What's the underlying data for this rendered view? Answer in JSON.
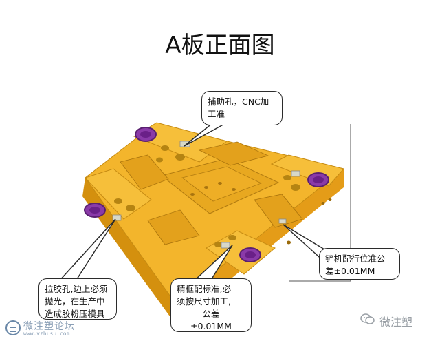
{
  "title": "A板正面图",
  "callouts": {
    "top": {
      "lines": [
        "捕助孔，CNC加",
        "工准"
      ]
    },
    "right": {
      "lines": [
        "铲机配行位准公",
        "差±0.01MM"
      ]
    },
    "bottom_left": {
      "lines": [
        "拉胶孔,边上必须",
        "抛光，在生产中",
        "造成胶粉压模具"
      ]
    },
    "bottom_center": {
      "lines": [
        "精框配标准,必",
        "须按尺寸加工,",
        "公差",
        "±0.01MM"
      ]
    }
  },
  "watermark_left": {
    "text": "微注塑论坛",
    "url": "www.vzhusu.com"
  },
  "watermark_right": {
    "text": "微注塑"
  },
  "colors": {
    "plate_top": "#f3b52c",
    "plate_side": "#e09a16",
    "plate_dark": "#c07f0c",
    "pocket": "#e8a820",
    "hole": "#9a9890",
    "purple": "#8a3aa8",
    "callout_border": "#2b2b2b"
  }
}
